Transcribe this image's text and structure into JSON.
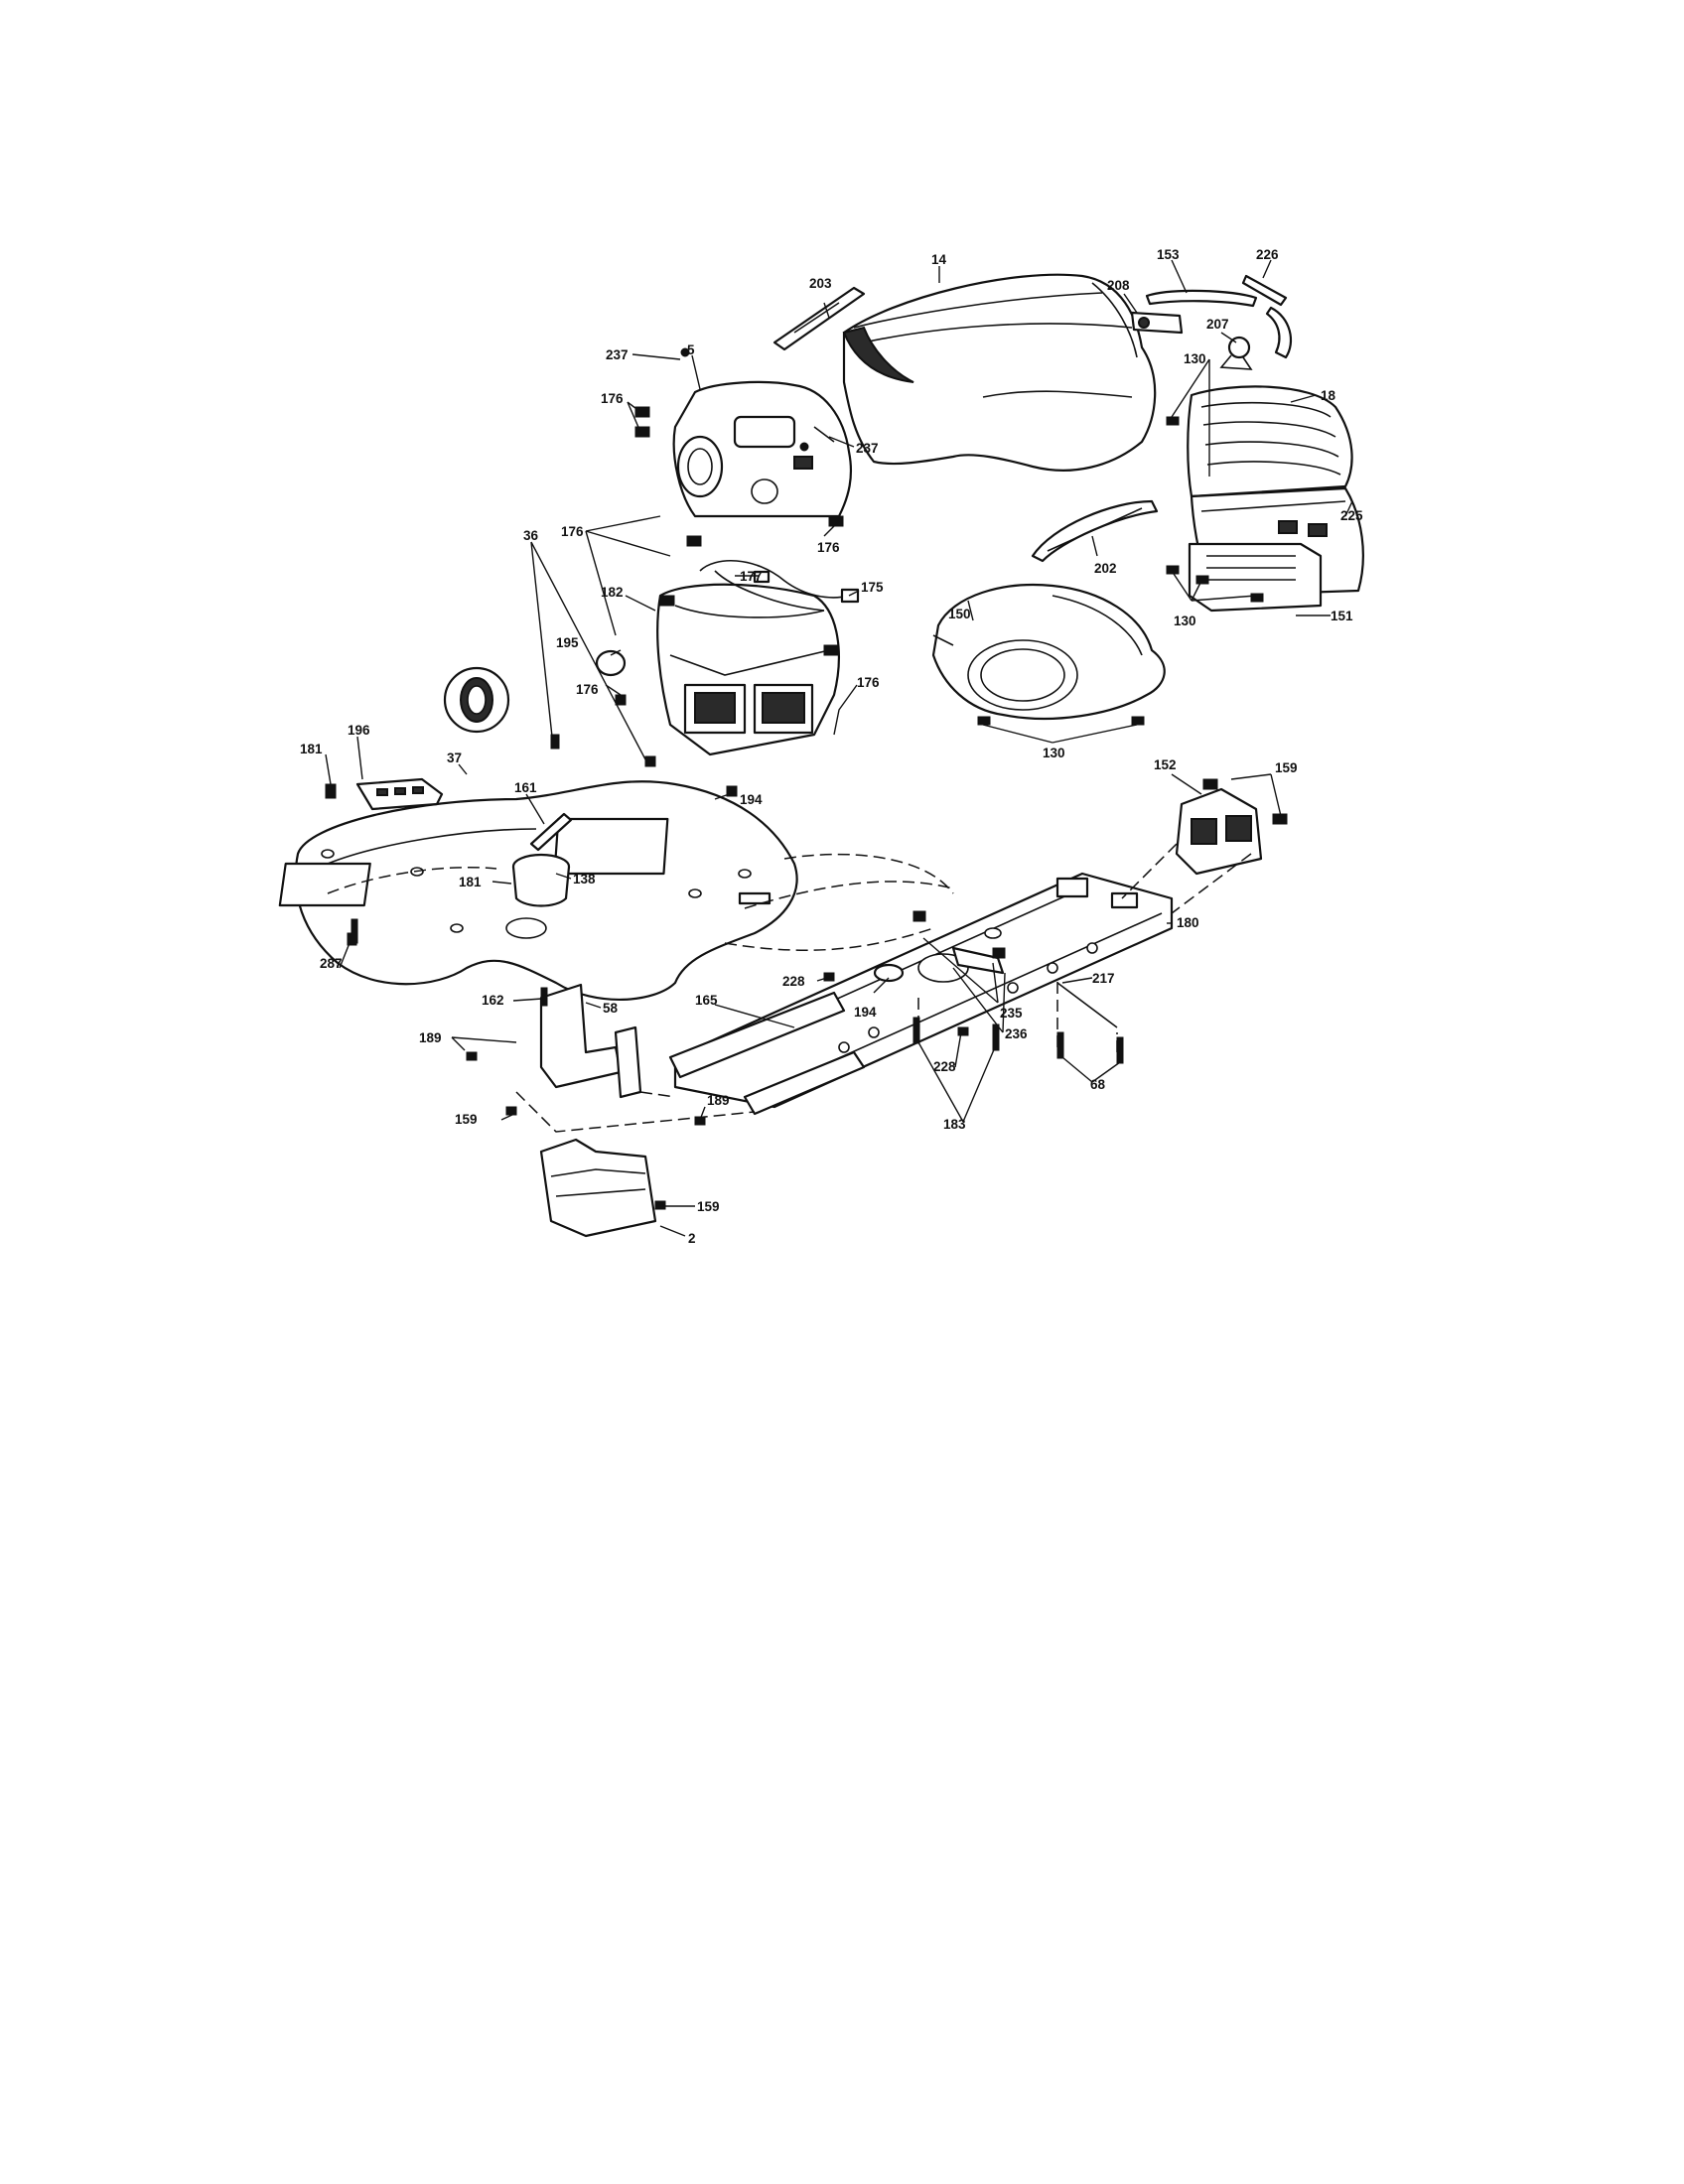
{
  "diagram": {
    "callouts": {
      "c14": "14",
      "c203": "203",
      "c153": "153",
      "c226": "226",
      "c208": "208",
      "c207": "207",
      "c18": "18",
      "c237a": "237",
      "c5": "5",
      "c176a": "176",
      "c237b": "237",
      "c130a": "130",
      "c225": "225",
      "c202": "202",
      "c176b": "176",
      "c176c": "176",
      "c177": "177",
      "c175": "175",
      "c150": "150",
      "c130b": "130",
      "c151": "151",
      "c182": "182",
      "c195": "195",
      "c176d": "176",
      "c176e": "176",
      "c130c": "130",
      "c36": "36",
      "c196": "196",
      "c181a": "181",
      "c37": "37",
      "c161": "161",
      "c194a": "194",
      "c152": "152",
      "c159a": "159",
      "c181b": "181",
      "c138": "138",
      "c180": "180",
      "c287": "287",
      "c228a": "228",
      "c217": "217",
      "c162": "162",
      "c165": "165",
      "c194b": "194",
      "c235": "235",
      "c236": "236",
      "c58": "58",
      "c189a": "189",
      "c228b": "228",
      "c68": "68",
      "c189b": "189",
      "c183": "183",
      "c159b": "159",
      "c159c": "159",
      "c2": "2"
    }
  }
}
